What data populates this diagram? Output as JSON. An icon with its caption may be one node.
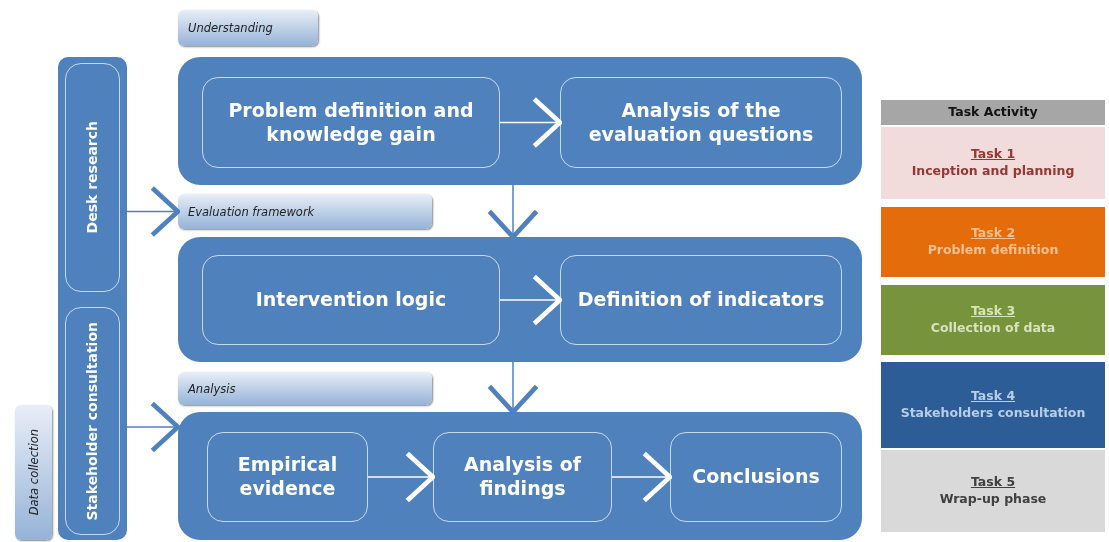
{
  "diagram": {
    "nodes": [
      {
        "text": [
          "Understanding"
        ]
      },
      {
        "text": [],
        "shape": "box"
      },
      {
        "text": [
          "Problem definition and knowledge gain"
        ],
        "in": 1
      },
      {
        "text": [
          "Analysis of the evaluation questions"
        ],
        "in": 1
      },
      {
        "text": [
          "Evaluation framework"
        ]
      },
      {
        "text": [],
        "shape": "box"
      },
      {
        "text": [
          "Intervention logic"
        ],
        "in": 5
      },
      {
        "text": [
          "Definition of indicators"
        ],
        "in": 5
      },
      {
        "text": [
          "Analysis"
        ]
      },
      {
        "text": [],
        "shape": "box"
      },
      {
        "text": [
          "Empirical evidence"
        ],
        "in": 9
      },
      {
        "text": [
          "Analysis of findings"
        ],
        "in": 9
      },
      {
        "text": [
          "Conclusions"
        ],
        "in": 9
      },
      {
        "text": [],
        "shape": "bar"
      },
      {
        "text": [
          "Desk research"
        ],
        "in": 13
      },
      {
        "text": [
          "Stakeholder consultation"
        ],
        "in": 13
      },
      {
        "text": [
          "Data collection"
        ]
      },
      {
        "text": [
          "Task Activity"
        ]
      },
      {
        "text": [
          "Task 1",
          "Inception and planning"
        ]
      },
      {
        "text": [
          "Task 2",
          "Problem definition"
        ]
      },
      {
        "text": [
          "Task 3",
          "Collection of data"
        ]
      },
      {
        "text": [
          "Task 4",
          "Stakeholders consultation"
        ]
      },
      {
        "text": [
          "Task 5",
          "Wrap-up phase"
        ]
      }
    ],
    "edges": [
      {
        "from": 2,
        "to": 3,
        "arrow": "to"
      },
      {
        "from": 1,
        "to": 5,
        "arrow": "to",
        "color": "#4f81bd"
      },
      {
        "from": 6,
        "to": 7,
        "arrow": "to"
      },
      {
        "from": 5,
        "to": 9,
        "arrow": "to",
        "color": "#4f81bd"
      },
      {
        "from": 10,
        "to": 11,
        "arrow": "to"
      },
      {
        "from": 11,
        "to": 12,
        "arrow": "to"
      },
      {
        "from": 14,
        "to": 4,
        "arrow": "to",
        "color": "#4f81bd"
      },
      {
        "from": 15,
        "to": 9,
        "arrow": "to",
        "color": "#4f81bd"
      }
    ]
  }
}
